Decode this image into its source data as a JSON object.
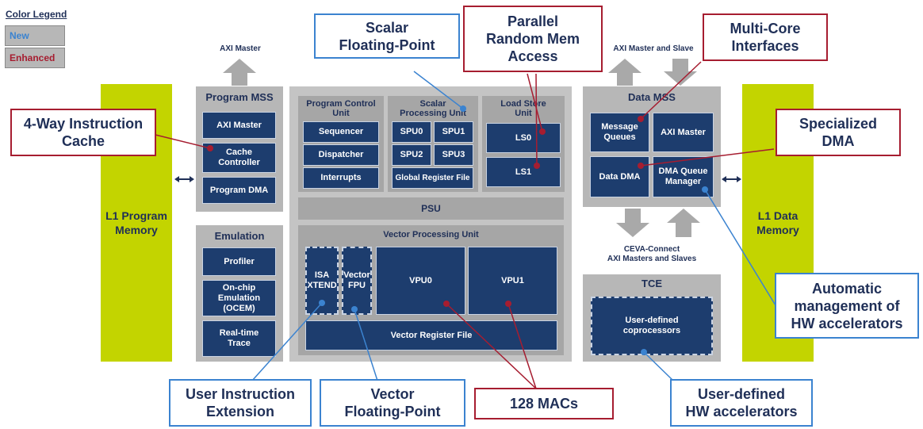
{
  "legend": {
    "title": "Color Legend",
    "new_label": "New",
    "enhanced_label": "Enhanced",
    "new_color": "#3b83d0",
    "enhanced_color": "#a61d30"
  },
  "colors": {
    "block": "#1d3d6e",
    "panel": "#b7b7b7",
    "l1": "#c3d400"
  },
  "l1_program": "L1 Program\nMemory",
  "l1_data": "L1 Data\nMemory",
  "axi_master_top": "AXI Master",
  "axi_master_slave_top": "AXI Master and Slave",
  "ceva_connect": "CEVA-Connect\nAXI Masters and Slaves",
  "program_mss": {
    "title": "Program MSS",
    "blocks": [
      "AXI Master",
      "Cache\nController",
      "Program DMA"
    ]
  },
  "emulation": {
    "title": "Emulation",
    "blocks": [
      "Profiler",
      "On-chip\nEmulation\n(OCEM)",
      "Real-time\nTrace"
    ]
  },
  "core": {
    "pcu": {
      "title": "Program Control\nUnit",
      "blocks": [
        "Sequencer",
        "Dispatcher",
        "Interrupts"
      ]
    },
    "spu": {
      "title": "Scalar\nProcessing Unit",
      "blocks": [
        "SPU0",
        "SPU1",
        "SPU2",
        "SPU3"
      ],
      "grf": "Global Register File"
    },
    "lsu": {
      "title": "Load Store\nUnit",
      "blocks": [
        "LS0",
        "LS1"
      ]
    },
    "psu": "PSU",
    "vpu": {
      "title": "Vector Processing Unit",
      "isa": "ISA\nXTEND",
      "vfpu": "Vector\nFPU",
      "vpu0": "VPU0",
      "vpu1": "VPU1",
      "vrf": "Vector Register File"
    }
  },
  "data_mss": {
    "title": "Data MSS",
    "blocks": [
      "Message\nQueues",
      "AXI Master",
      "Data DMA",
      "DMA Queue\nManager"
    ]
  },
  "tce": {
    "title": "TCE",
    "block": "User-defined\ncoprocessors"
  },
  "callouts": {
    "scalar_fp": "Scalar\nFloating-Point",
    "parallel_mem": "Parallel\nRandom Mem\nAccess",
    "multicore": "Multi-Core\nInterfaces",
    "icache": "4-Way Instruction\nCache",
    "special_dma": "Specialized\nDMA",
    "auto_hw": "Automatic\nmanagement of\nHW accelerators",
    "user_instr": "User Instruction\nExtension",
    "vector_fp": "Vector\nFloating-Point",
    "macs": "128 MACs",
    "user_hw": "User-defined\nHW accelerators"
  }
}
